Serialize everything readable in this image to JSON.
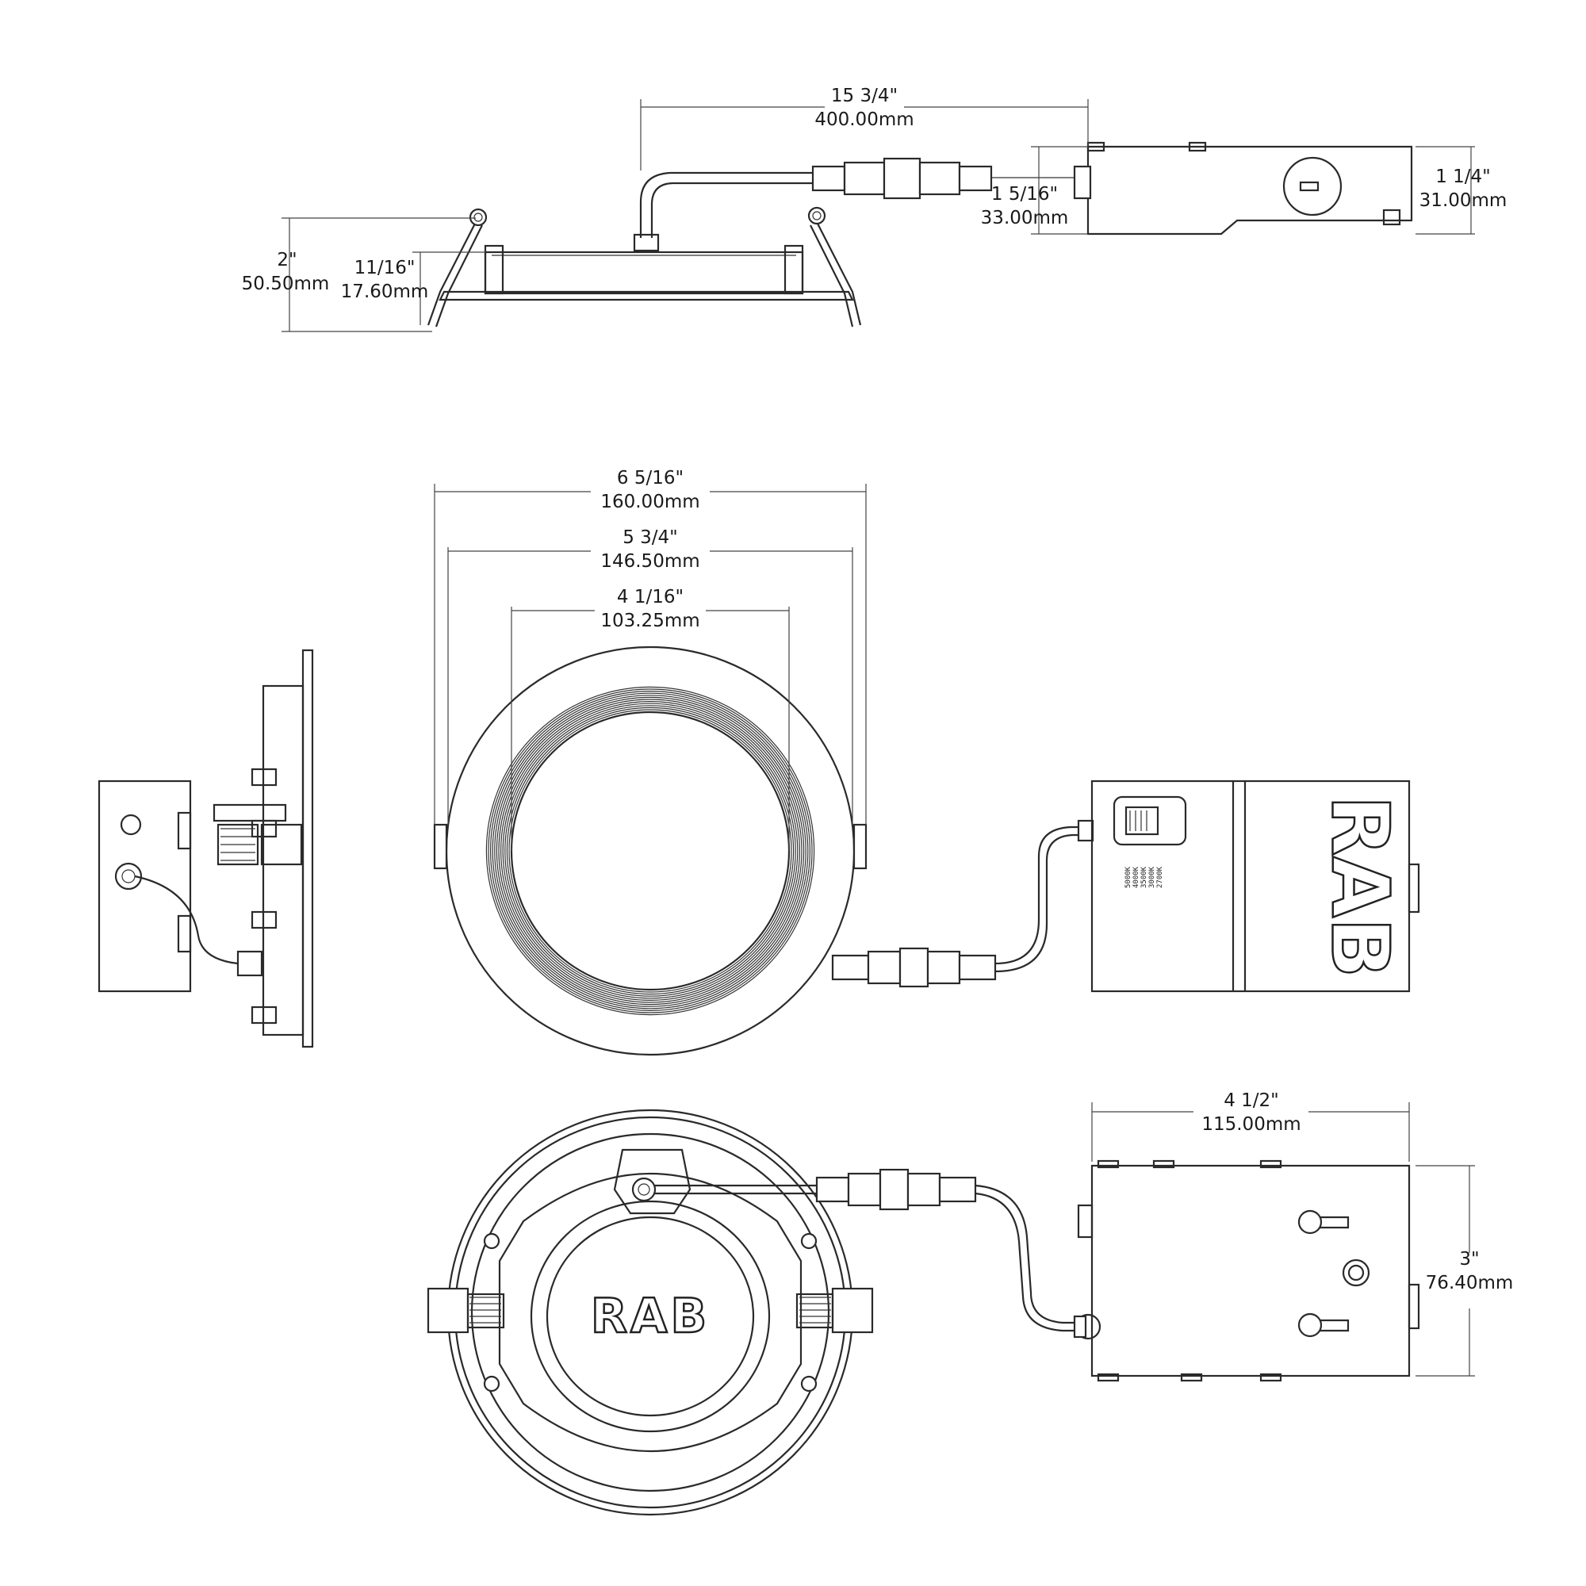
{
  "dimensions": {
    "cable_length": {
      "imperial": "15 3/4\"",
      "metric": "400.00mm"
    },
    "driver_height": {
      "imperial": "1 1/4\"",
      "metric": "31.00mm"
    },
    "connector_offset": {
      "imperial": "1 5/16\"",
      "metric": "33.00mm"
    },
    "overall_height": {
      "imperial": "2\"",
      "metric": "50.50mm"
    },
    "trim_height": {
      "imperial": "11/16\"",
      "metric": "17.60mm"
    },
    "trim_diameter": {
      "imperial": "6 5/16\"",
      "metric": "160.00mm"
    },
    "cutout_diameter": {
      "imperial": "5 3/4\"",
      "metric": "146.50mm"
    },
    "aperture_diameter": {
      "imperial": "4 1/16\"",
      "metric": "103.25mm"
    },
    "driver_length": {
      "imperial": "4 1/2\"",
      "metric": "115.00mm"
    },
    "driver_width": {
      "imperial": "3\"",
      "metric": "76.40mm"
    }
  },
  "logos": {
    "driver_logo": "RAB",
    "back_logo": "RAB"
  },
  "cct_labels": [
    "5000K",
    "4000K",
    "3500K",
    "3000K",
    "2700K"
  ],
  "colors": {
    "line": "#2a2a2a",
    "dimension": "#444444",
    "background": "#ffffff"
  }
}
